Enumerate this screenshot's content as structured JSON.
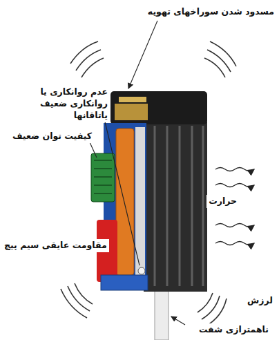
{
  "diagram": {
    "labels": [
      "مسدود شدن سوراخهای تهویه",
      "عدم روانکاری یا روانکاری ضعیف یاتاقانها",
      "کیفیت توان ضعیف",
      "حرارت",
      "مقاومت عایقی سیم پیچ",
      "لرزش",
      "ناهمترازی شفت"
    ]
  }
}
